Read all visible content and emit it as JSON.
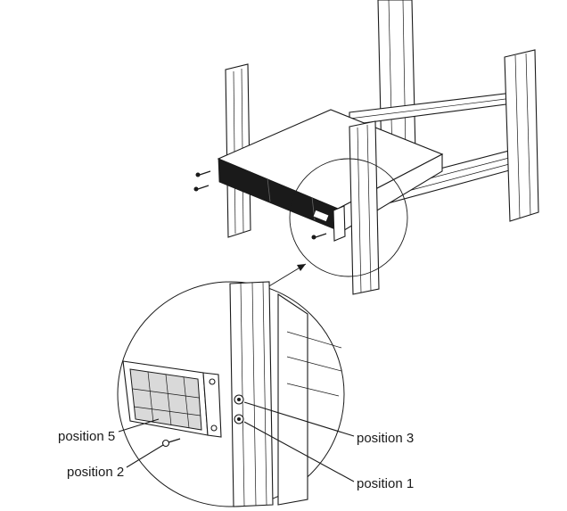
{
  "callouts": {
    "position_5": "position 5",
    "position_2": "position 2",
    "position_3": "position 3",
    "position_1": "position 1"
  }
}
